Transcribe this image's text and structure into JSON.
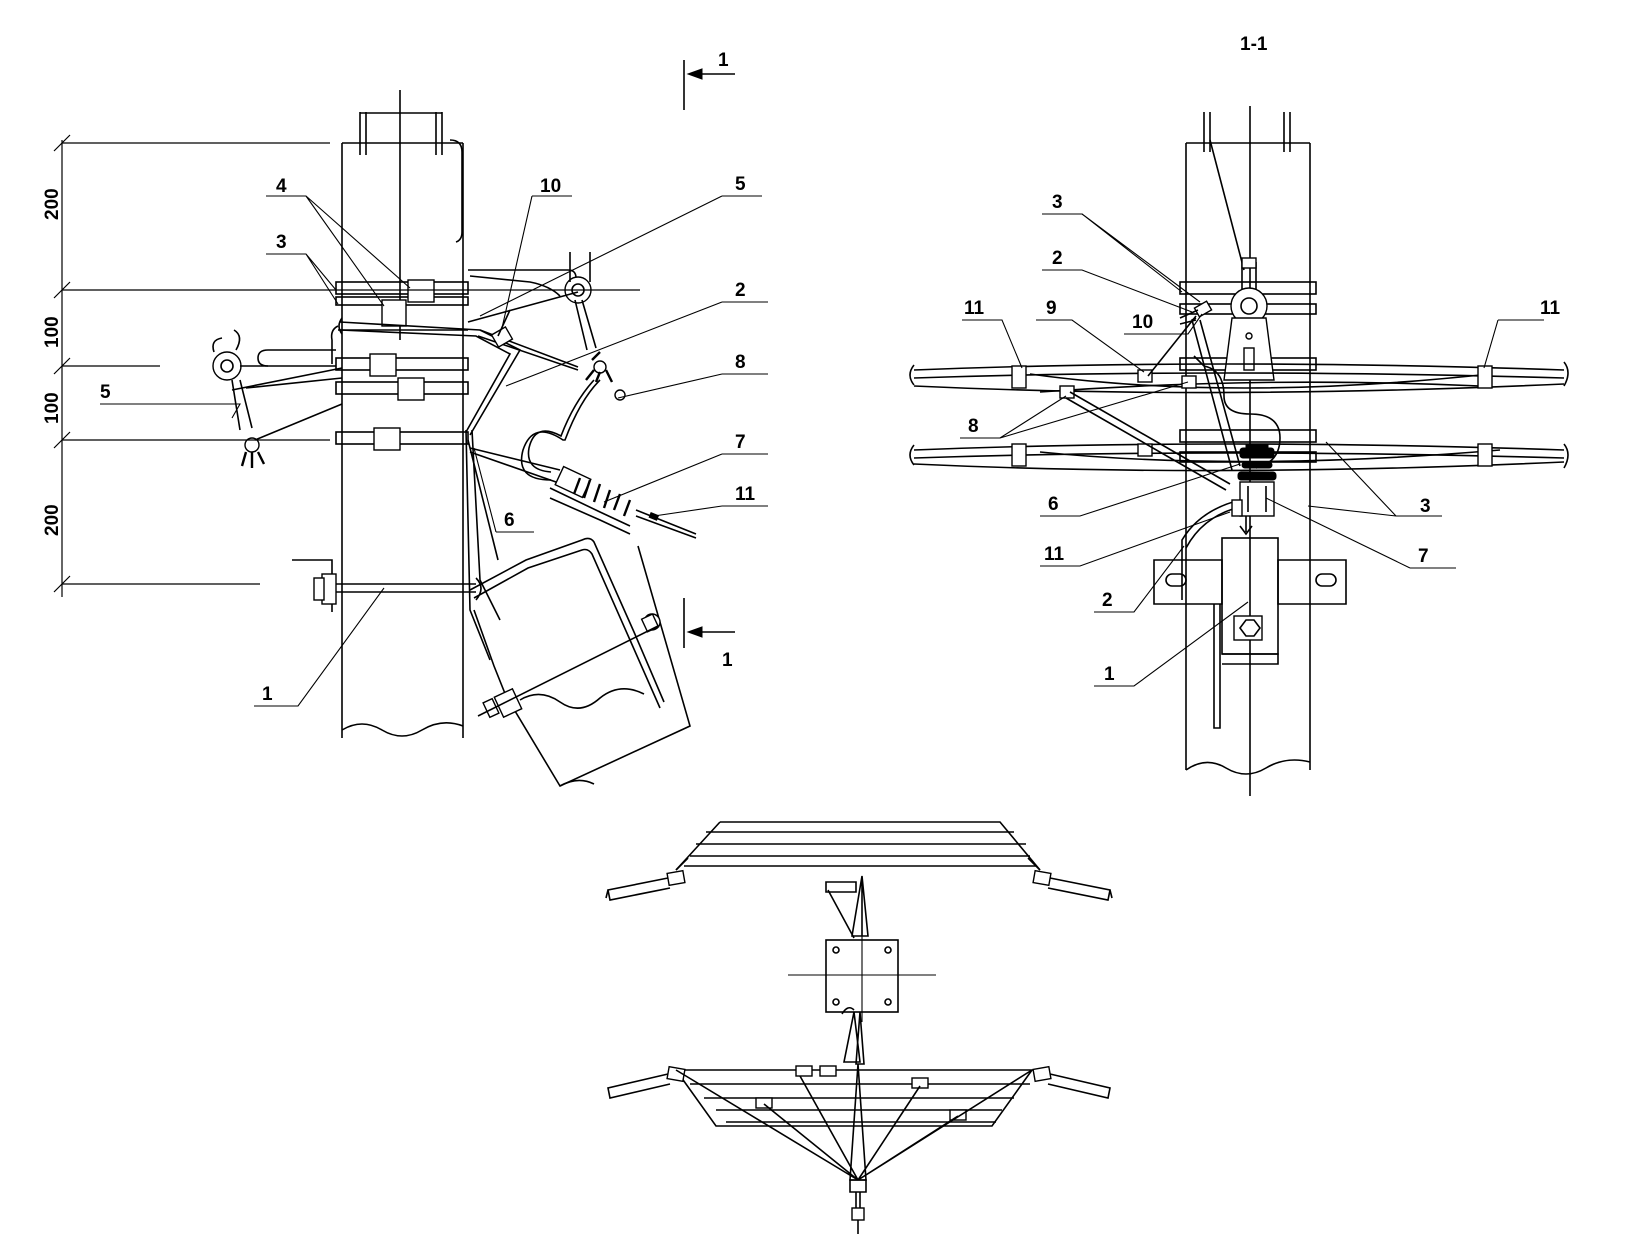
{
  "section_marker": "1",
  "section_title": "1-1",
  "dimensions": [
    "200",
    "100",
    "100",
    "200"
  ],
  "front_view_labels": {
    "l4": "4",
    "l3": "3",
    "l10": "10",
    "l5_top": "5",
    "l2": "2",
    "l8": "8",
    "l5_left": "5",
    "l7": "7",
    "l11": "11",
    "l6": "6",
    "l1": "1"
  },
  "section_view_labels": {
    "l3_top": "3",
    "l2_top": "2",
    "l11_left": "11",
    "l9": "9",
    "l10": "10",
    "l11_right": "11",
    "l8": "8",
    "l6": "6",
    "l3_right": "3",
    "l11_bottom": "11",
    "l7": "7",
    "l2_bottom": "2",
    "l1": "1"
  }
}
